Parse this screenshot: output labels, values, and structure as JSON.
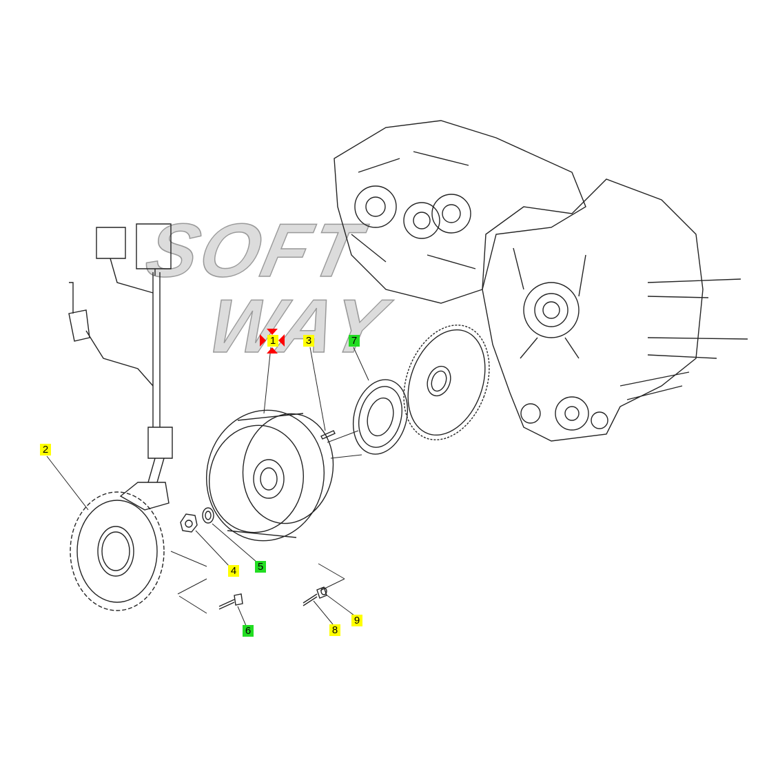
{
  "watermark": {
    "line1": "SOFT",
    "line2": "WAY"
  },
  "colors": {
    "yellow": "#ffff00",
    "green": "#22dd22",
    "selected_marker": "#ff0000",
    "line": "#222222"
  },
  "callouts": [
    {
      "label": "1",
      "color": "yellow",
      "selected": true
    },
    {
      "label": "2",
      "color": "yellow"
    },
    {
      "label": "3",
      "color": "yellow"
    },
    {
      "label": "4",
      "color": "yellow"
    },
    {
      "label": "5",
      "color": "green"
    },
    {
      "label": "6",
      "color": "green"
    },
    {
      "label": "7",
      "color": "green"
    },
    {
      "label": "8",
      "color": "yellow"
    },
    {
      "label": "9",
      "color": "yellow"
    }
  ]
}
